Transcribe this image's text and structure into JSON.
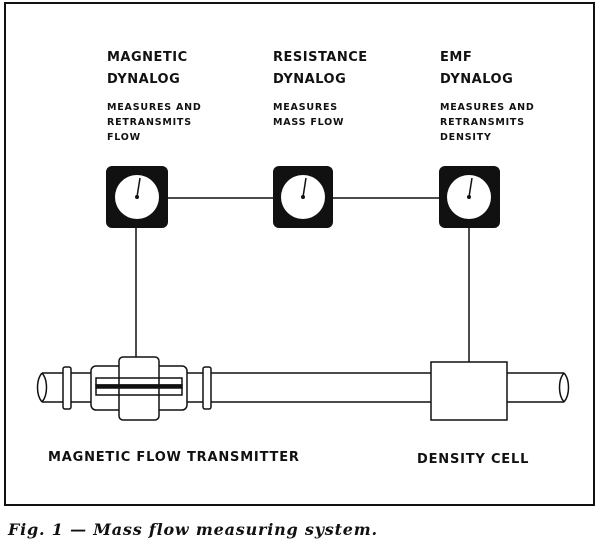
{
  "instruments": [
    {
      "title_line1": "MAGNETIC",
      "title_line2": "DYNALOG",
      "desc_line1": "MEASURES AND",
      "desc_line2": "RETRANSMITS",
      "desc_line3": "FLOW"
    },
    {
      "title_line1": "RESISTANCE",
      "title_line2": "DYNALOG",
      "desc_line1": "MEASURES",
      "desc_line2": "MASS FLOW",
      "desc_line3": ""
    },
    {
      "title_line1": "EMF",
      "title_line2": "DYNALOG",
      "desc_line1": "MEASURES AND",
      "desc_line2": "RETRANSMITS",
      "desc_line3": "DENSITY"
    }
  ],
  "devices": {
    "flow_transmitter": "MAGNETIC FLOW TRANSMITTER",
    "density_cell": "DENSITY CELL"
  },
  "caption": "Fig. 1 — Mass flow measuring system."
}
